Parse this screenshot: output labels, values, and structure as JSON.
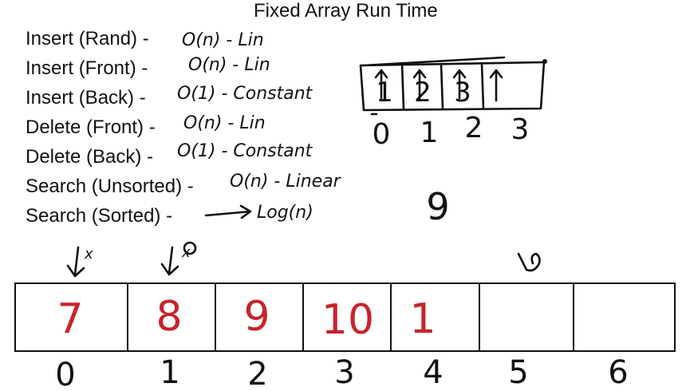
{
  "title": "Fixed Array Run Time",
  "operations": [
    {
      "label": "Insert (Rand) -",
      "note": "O(n) - Lin"
    },
    {
      "label": "Insert (Front) -",
      "note": "O(n) - Lin"
    },
    {
      "label": "Insert (Back) -",
      "note": "O(1) - Constant"
    },
    {
      "label": "Delete (Front) -",
      "note": "O(n) - Lin"
    },
    {
      "label": "Delete (Back) -",
      "note": "O(1) - Constant"
    },
    {
      "label": "Search (Unsorted) -",
      "note": "O(n) - Linear"
    },
    {
      "label": "Search (Sorted) -",
      "note": "Log(n)"
    }
  ],
  "small_array": {
    "values": [
      "1",
      "2",
      "3"
    ],
    "indices": [
      "0",
      "1",
      "2",
      "3"
    ]
  },
  "loose_number": "9",
  "main_array": {
    "values": [
      "7",
      "8",
      "9",
      "10",
      "1",
      "",
      ""
    ],
    "indices": [
      "0",
      "1",
      "2",
      "3",
      "4",
      "5",
      "6"
    ],
    "marks": [
      "x",
      "x"
    ]
  },
  "colors": {
    "ink": "#111111",
    "red_ink": "#c8232c"
  }
}
